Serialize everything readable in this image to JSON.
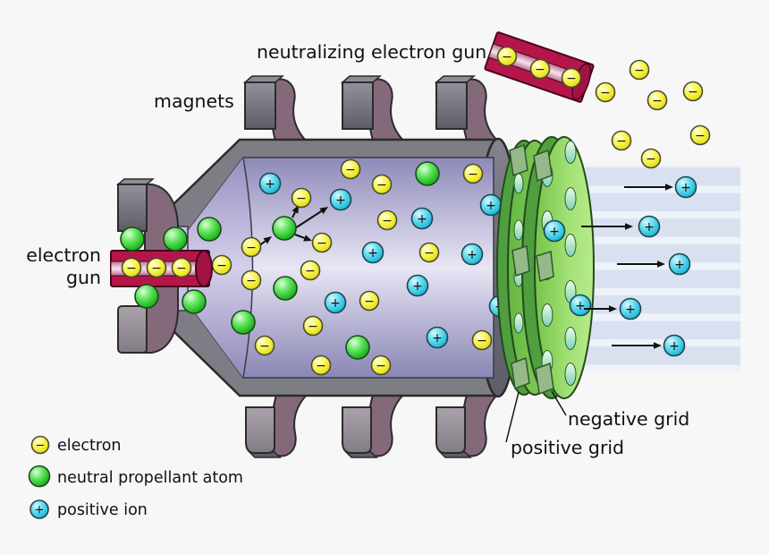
{
  "labels": {
    "neutralizing_gun": "neutralizing electron gun",
    "magnets": "magnets",
    "electron_gun_line1": "electron",
    "electron_gun_line2": "gun",
    "negative_grid": "negative grid",
    "positive_grid": "positive grid"
  },
  "legend": {
    "items": [
      {
        "symbol": "electron",
        "label": "electron"
      },
      {
        "symbol": "neutral-propellant-atom",
        "label": "neutral propellant atom"
      },
      {
        "symbol": "positive-ion",
        "label": "positive ion"
      }
    ]
  },
  "palette": {
    "background": "#f7f7f7",
    "electron_yellow": "#f2ef3c",
    "atom_green": "#3cd63c",
    "ion_cyan": "#4ed2ea",
    "gun_crimson": "#b5164a",
    "gun_inner_pink": "#f0cdd9",
    "grid_green": "#7ac94e",
    "chamber_lavender": "#c6c3e2",
    "casing_gray": "#7d7d85",
    "magnet_arm_mauve": "#84697b",
    "beam_blue": "#d9e1f1",
    "text": "#111111"
  },
  "particles": {
    "chamber_atoms": [
      [
        478,
        194
      ],
      [
        318,
        255
      ],
      [
        319,
        322
      ],
      [
        272,
        360
      ],
      [
        400,
        388
      ]
    ],
    "chamber_electrons": [
      [
        392,
        189
      ],
      [
        427,
        206
      ],
      [
        529,
        194
      ],
      [
        337,
        221
      ],
      [
        433,
        246
      ],
      [
        360,
        271
      ],
      [
        281,
        276
      ],
      [
        248,
        296
      ],
      [
        480,
        282
      ],
      [
        347,
        302
      ],
      [
        281,
        313
      ],
      [
        413,
        336
      ],
      [
        350,
        364
      ],
      [
        296,
        386
      ],
      [
        539,
        380
      ],
      [
        359,
        408
      ],
      [
        426,
        408
      ]
    ],
    "chamber_ions": [
      [
        302,
        205
      ],
      [
        381,
        223
      ],
      [
        472,
        244
      ],
      [
        549,
        229
      ],
      [
        417,
        282
      ],
      [
        528,
        284
      ],
      [
        467,
        319
      ],
      [
        375,
        338
      ],
      [
        559,
        342
      ],
      [
        489,
        377
      ]
    ],
    "gun_atoms": [
      [
        148,
        267
      ],
      [
        196,
        267
      ],
      [
        234,
        256
      ],
      [
        164,
        331
      ],
      [
        217,
        337
      ]
    ],
    "gun_electrons": [
      [
        147,
        299
      ],
      [
        175,
        299
      ],
      [
        203,
        299
      ]
    ],
    "neutralizer_electrons": [
      [
        567,
        63
      ],
      [
        604,
        77
      ],
      [
        639,
        87
      ]
    ],
    "scattered_electrons": [
      [
        677,
        103
      ],
      [
        715,
        78
      ],
      [
        735,
        112
      ],
      [
        775,
        102
      ],
      [
        695,
        157
      ],
      [
        783,
        151
      ],
      [
        728,
        177
      ]
    ],
    "grid_ions": [
      [
        620,
        258
      ],
      [
        649,
        341
      ]
    ],
    "beam_ions": [
      [
        767,
        209
      ],
      [
        726,
        253
      ],
      [
        760,
        295
      ],
      [
        705,
        345
      ],
      [
        754,
        386
      ]
    ]
  },
  "arrows": {
    "ionization": [
      [
        285,
        278,
        304,
        264
      ],
      [
        327,
        243,
        334,
        229
      ],
      [
        330,
        255,
        367,
        231
      ],
      [
        330,
        262,
        349,
        269
      ]
    ],
    "beam": [
      [
        698,
        209,
        753,
        209
      ],
      [
        650,
        253,
        708,
        253
      ],
      [
        690,
        295,
        744,
        295
      ],
      [
        653,
        345,
        690,
        345
      ],
      [
        684,
        386,
        740,
        386
      ]
    ]
  },
  "leader_lines": {
    "negative_grid": [
      617,
      437,
      633,
      464
    ],
    "positive_grid": [
      566,
      494,
      580,
      438
    ]
  }
}
